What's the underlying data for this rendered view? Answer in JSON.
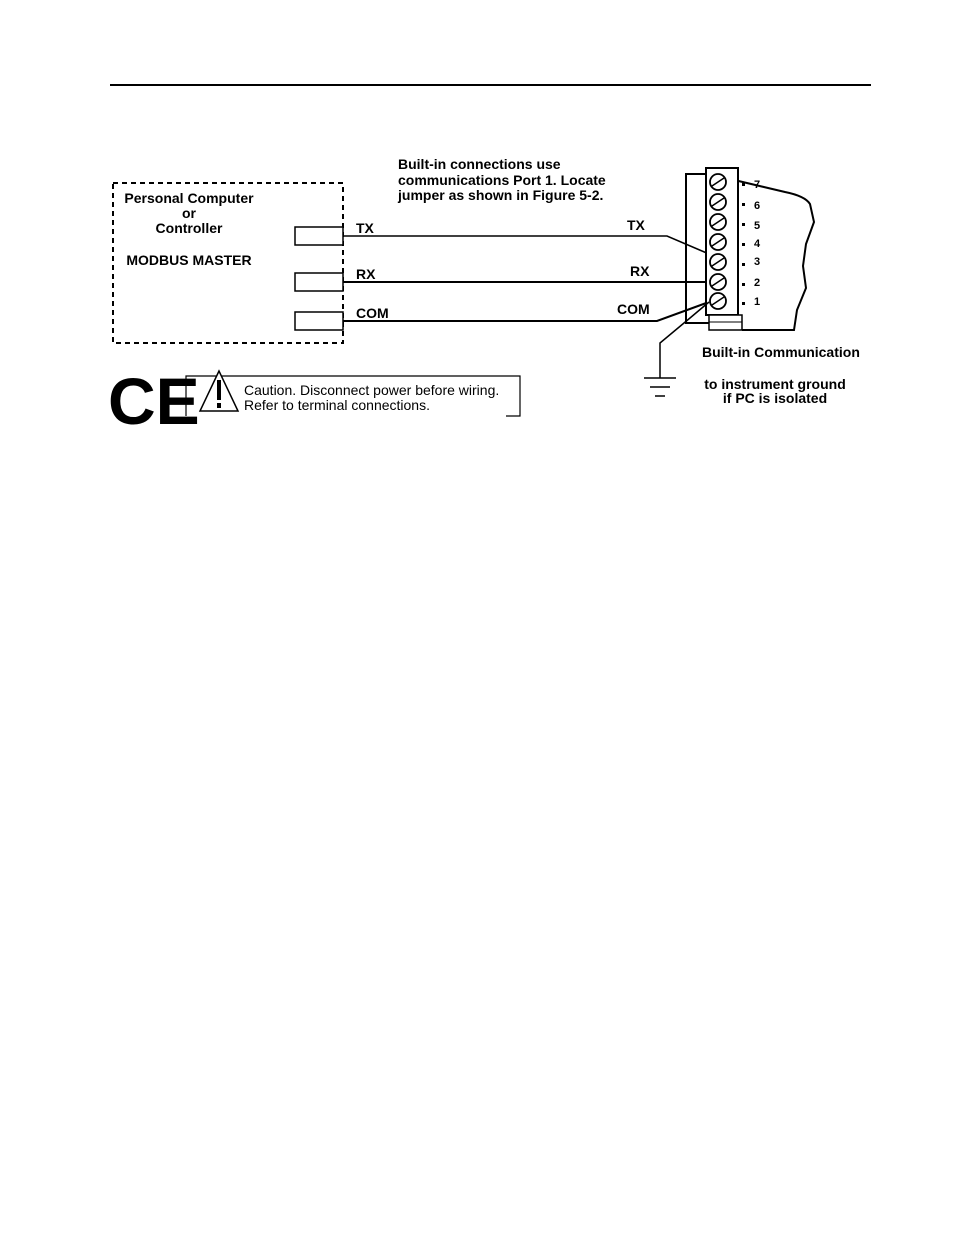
{
  "master": {
    "line1": "Personal Computer",
    "line2": "or",
    "line3": "Controller",
    "role": "MODBUS MASTER"
  },
  "wires": {
    "tx_left": "TX",
    "rx_left": "RX",
    "com_left": "COM",
    "tx_right": "TX",
    "rx_right": "RX",
    "com_right": "COM"
  },
  "note": {
    "line1": "Built-in connections use",
    "line2": "communications Port 1. Locate",
    "line3": "jumper as shown in Figure 5-2."
  },
  "terminal": {
    "numbers": [
      "7",
      "6",
      "5",
      "4",
      "3",
      "2",
      "1"
    ],
    "label": "Built-in Communication"
  },
  "ground": {
    "line1": "to instrument ground",
    "line2": "if PC is isolated"
  },
  "caution": {
    "line1": "Caution. Disconnect power before wiring.",
    "line2": "Refer to terminal connections."
  },
  "marks": {
    "ce": "CE"
  }
}
